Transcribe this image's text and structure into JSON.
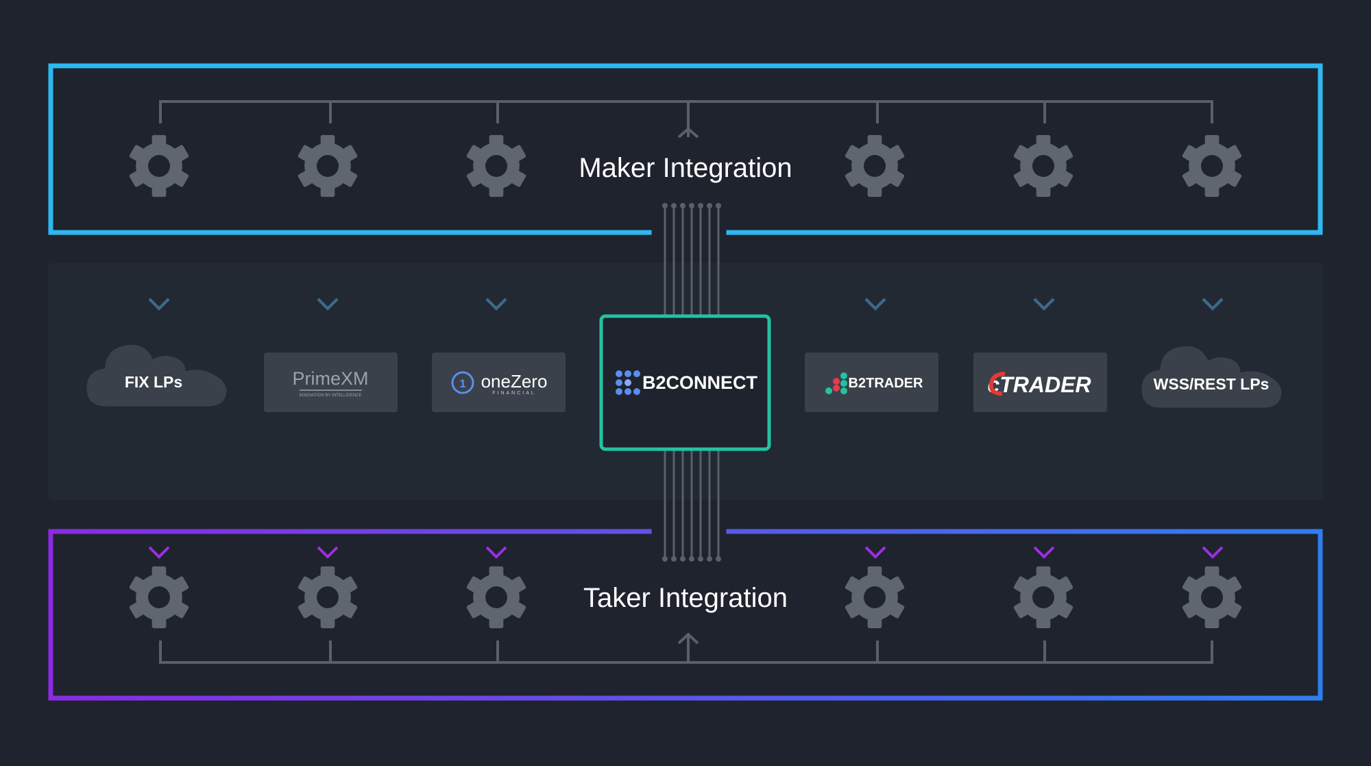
{
  "maker": {
    "title": "Maker Integration"
  },
  "taker": {
    "title": "Taker Integration"
  },
  "center": {
    "label": "B2CONNECT"
  },
  "nodes": [
    {
      "label": "FIX LPs",
      "kind": "cloud"
    },
    {
      "label": "PrimeXM",
      "tagline": "INNOVATION BY INTELLIGENCE",
      "kind": "logo-box"
    },
    {
      "label": "oneZero",
      "tagline": "FINANCIAL",
      "kind": "logo-box"
    },
    {
      "label": "B2TRADER",
      "kind": "logo-box"
    },
    {
      "label": "cTRADER",
      "kind": "logo-box"
    },
    {
      "label": "WSS/REST LPs",
      "kind": "cloud"
    }
  ],
  "colors": {
    "background": "#1e232d",
    "panel": "#232932",
    "maker_border": "#2fb8f0",
    "taker_border_start": "#8a2be2",
    "taker_border_end": "#2f7ef0",
    "center_border": "#22c3a0",
    "gear": "#5f6670",
    "connector": "#5a6069",
    "node_box": "#3a414b",
    "purple_arrow": "#9b2fe0",
    "ctrader_red": "#e53935",
    "b2connect_blue": "#5a8ef0"
  },
  "icons": [
    "gear-icon",
    "cloud-icon",
    "arrow-down-icon",
    "arrow-up-icon",
    "b2connect-logo-icon",
    "b2trader-logo-icon",
    "onezero-logo-icon"
  ]
}
